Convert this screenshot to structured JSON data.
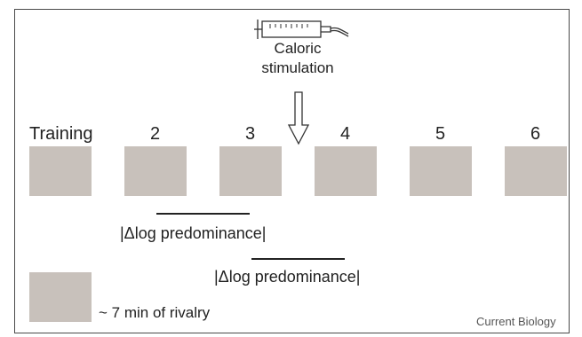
{
  "stimulus": {
    "line1": "Caloric",
    "line2": "stimulation"
  },
  "sessions": [
    "Training",
    "2",
    "3",
    "4",
    "5",
    "6"
  ],
  "predominance": {
    "label1": "|Δlog predominance|",
    "label2": "|Δlog predominance|"
  },
  "legend": {
    "text": "~ 7 min of rivalry"
  },
  "credit": "Current Biology",
  "colors": {
    "block": "#c8c1bb",
    "line": "#222222"
  },
  "icons": {
    "syringe": "syringe-icon",
    "arrow": "down-arrow-icon"
  }
}
